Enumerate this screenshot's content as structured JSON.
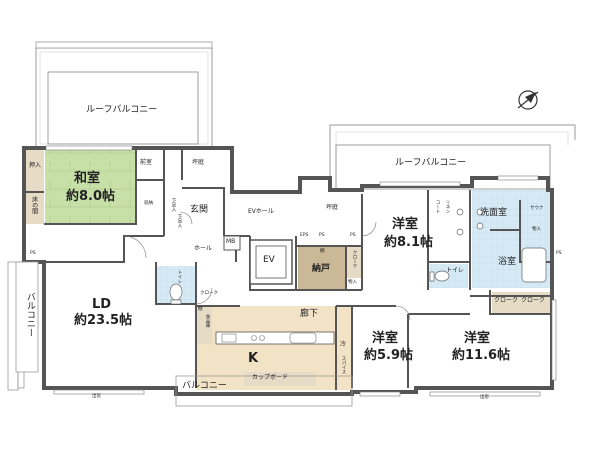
{
  "colors": {
    "wall": "#555555",
    "washitsu": "#c7e0a8",
    "nando": "#cbb896",
    "storage": "#e6dcc6",
    "wet": "#d6eaf6",
    "kitchen": "#f3e3c6",
    "floor": "#ffffff",
    "balcony_rail": "#9a9a9a"
  },
  "icons": {
    "north": "north-arrow-icon"
  },
  "labels": {
    "roof_balcony_left": "ルーフバルコニー",
    "roof_balcony_right": "ルーフバルコニー",
    "oshiire": "押入",
    "tokonoma": "床の間",
    "washitsu": "和室",
    "washitsu_size": "約8.0帖",
    "maenoma": "前室",
    "tsuboniwa_top": "坪庭",
    "genkan": "玄関",
    "gerobako": "下足入",
    "kutsubako": "下足入",
    "shuno_small": "収納",
    "ev_hall": "EVホール",
    "tsuboniwa_mid": "坪庭",
    "eps": "EPS",
    "ps_a": "PS",
    "ps_b": "PS",
    "ps_c": "PS",
    "ps_d": "PS",
    "mb": "MB",
    "hall": "ホール",
    "ev": "EV",
    "nando": "納戸",
    "tana": "棚",
    "closet_nando": "クローク",
    "in_nando": "物入",
    "yoshitsu1": "洋室",
    "yoshitsu1_size": "約8.1帖",
    "toilet_right": "トイレ",
    "senmenjo": "洗面室",
    "sauna": "サウナ",
    "in_bath": "物入",
    "yokushitsu": "浴室",
    "linen": "リネン",
    "closet_a": "クローク",
    "closet_b": "クローク",
    "balcony_left": "バルコニー",
    "ld": "LD",
    "ld_size": "約23.5帖",
    "toilet_left": "トイレ",
    "closet_ld": "クローク",
    "shokuhinko": "食品庫",
    "tana_k": "棚",
    "rouka": "廊下",
    "k": "K",
    "cupboard": "カップボード",
    "balcony_bottom": "バルコニー",
    "reizoko": "冷",
    "yoshitsu2": "洋室",
    "yoshitsu2_size": "約5.9帖",
    "yoshitsu3": "洋室",
    "yoshitsu3_size": "約11.6帖",
    "demado_left": "出窓",
    "demado_right": "出窓",
    "coat": "コート",
    "spice": "スパイス"
  }
}
